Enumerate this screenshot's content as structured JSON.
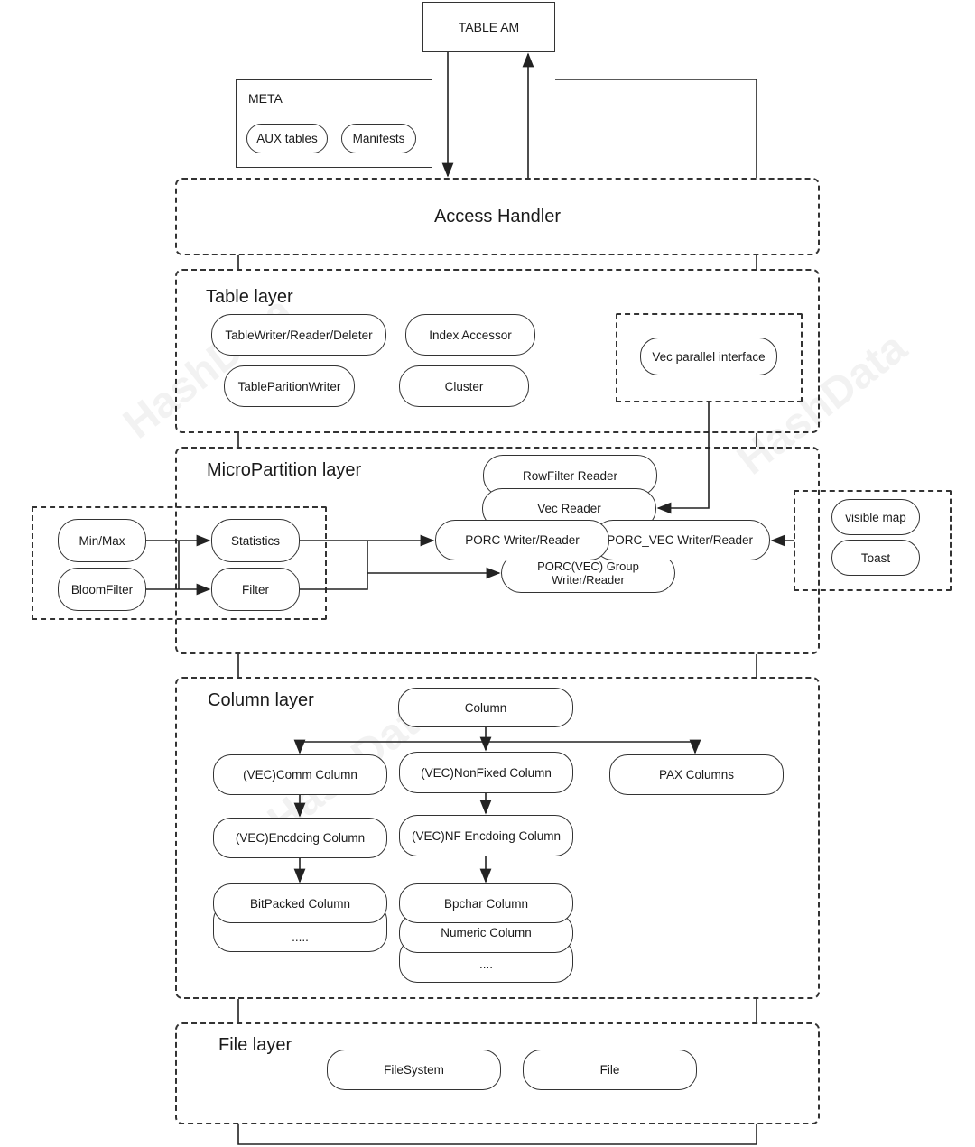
{
  "top": {
    "table_am": "TABLE AM"
  },
  "meta": {
    "title": "META",
    "aux_tables": "AUX tables",
    "manifests": "Manifests"
  },
  "access_handler": {
    "label": "Access Handler"
  },
  "table_layer": {
    "title": "Table layer",
    "writer_reader_deleter": "TableWriter/Reader/Deleter",
    "index_accessor": "Index Accessor",
    "partition_writer": "TableParitionWriter",
    "cluster": "Cluster",
    "vec_parallel": "Vec parallel interface"
  },
  "micropartition_layer": {
    "title": "MicroPartition layer",
    "rowfilter_reader": "RowFilter Reader",
    "vec_reader": "Vec Reader",
    "porc_writer_reader": "PORC Writer/Reader",
    "porc_vec_writer_reader": "PORC_VEC Writer/Reader",
    "porc_group": "PORC(VEC) Group\nWriter/Reader",
    "minmax": "Min/Max",
    "bloomfilter": "BloomFilter",
    "statistics": "Statistics",
    "filter": "Filter",
    "visible_map": "visible map",
    "toast": "Toast"
  },
  "column_layer": {
    "title": "Column layer",
    "column": "Column",
    "comm_column": "(VEC)Comm Column",
    "nonfixed_column": "(VEC)NonFixed Column",
    "pax_columns": "PAX Columns",
    "encoding_column": "(VEC)Encdoing Column",
    "nf_encoding_column": "(VEC)NF Encdoing Column",
    "bitpacked_column": "BitPacked Column",
    "ellipsis_left": ".....",
    "bpchar_column": "Bpchar Column",
    "numeric_column": "Numeric Column",
    "ellipsis_right": "...."
  },
  "file_layer": {
    "title": "File layer",
    "filesystem": "FileSystem",
    "file": "File"
  },
  "watermark": "HashData"
}
